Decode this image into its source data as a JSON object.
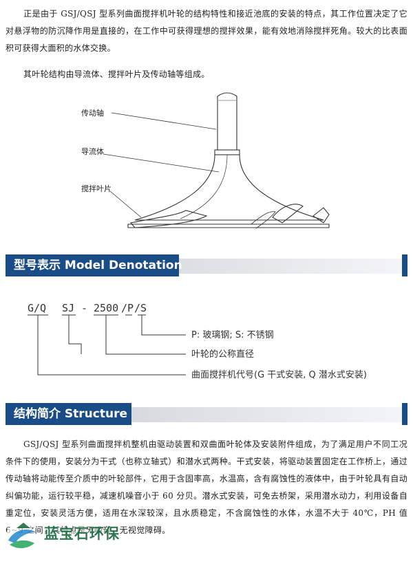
{
  "intro": {
    "paragraph1": "正是由于 GSJ/QSJ 型系列曲面搅拌机叶轮的结构特性和接近池底的安装的特点，其工作位置决定了它对悬浮物的防沉降作用是直接的，在工作中可获得理想的搅拌效果，能有效地消除搅拌死角。较大的比表面积可获得大面积的水体交换。",
    "paragraph2": "其叶轮结构由导流体、搅拌叶片及传动轴等组成。"
  },
  "impeller_diagram": {
    "labels": [
      "传动轴",
      "导流体",
      "搅拌叶片"
    ]
  },
  "model_section": {
    "title": "型号表示  Model Denotation",
    "code": {
      "g_q": "G/Q",
      "sj": "SJ",
      "dash1": "-",
      "size": "2500",
      "p": "/P",
      "s": "/S"
    },
    "notes": [
      "P: 玻璃钢; S: 不锈钢",
      "叶轮的公称直径",
      "曲面搅拌机代号(G 干式安装, Q 潜水式安装)"
    ]
  },
  "structure_section": {
    "title": "结构简介  Structure",
    "paragraph": "GSJ/QSJ 型系列曲面搅拌机整机由驱动装置和双曲面叶轮体及安装附件组成，为了满足用户不同工况条件下的使用，安装分为干式（也称立轴式）和潜水式两种。干式安装，将驱动装置固定在工作桥上，通过传动轴将动能传至介质中的叶轮部件，它用于含固率高，水温高，含有腐蚀性的液体中，由于叶轮具有自动纠偏功能，运行较平稳，减速机噪音小于 60 分贝。潜水式安装，可免去桥架，采用潜水动力，利用设备自重定位，安装灵活方便，适用在水深较深，且水质稳定，不含腐蚀性的水体，水温不大于 40℃，PH 值 6~9 之间，其特点是无噪音，无视觉障碍。"
  },
  "watermark": {
    "logo_text": "蓝宝石环保"
  },
  "colors": {
    "banner_dark": "#1a4d87",
    "logo_green": "#1f6c45",
    "logo_blue": "#2f8fd0"
  }
}
